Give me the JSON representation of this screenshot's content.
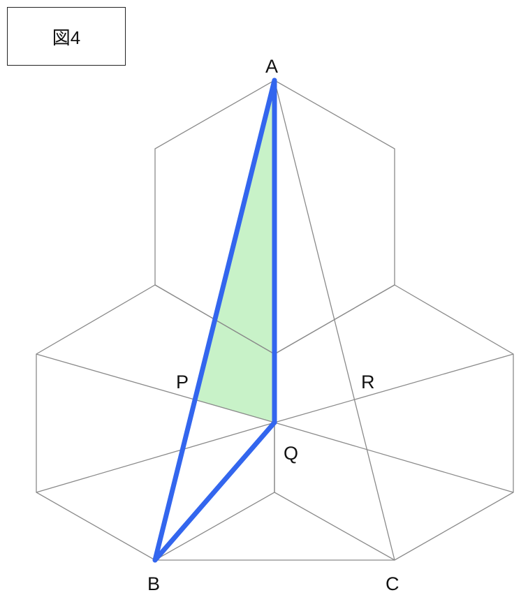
{
  "figure_label": "図4",
  "points": {
    "A": "A",
    "B": "B",
    "C": "C",
    "P": "P",
    "Q": "Q",
    "R": "R"
  },
  "colors": {
    "outline": "#8a8a8a",
    "highlight_path": "#3366ee",
    "shaded_region": "#c8f2c8"
  }
}
